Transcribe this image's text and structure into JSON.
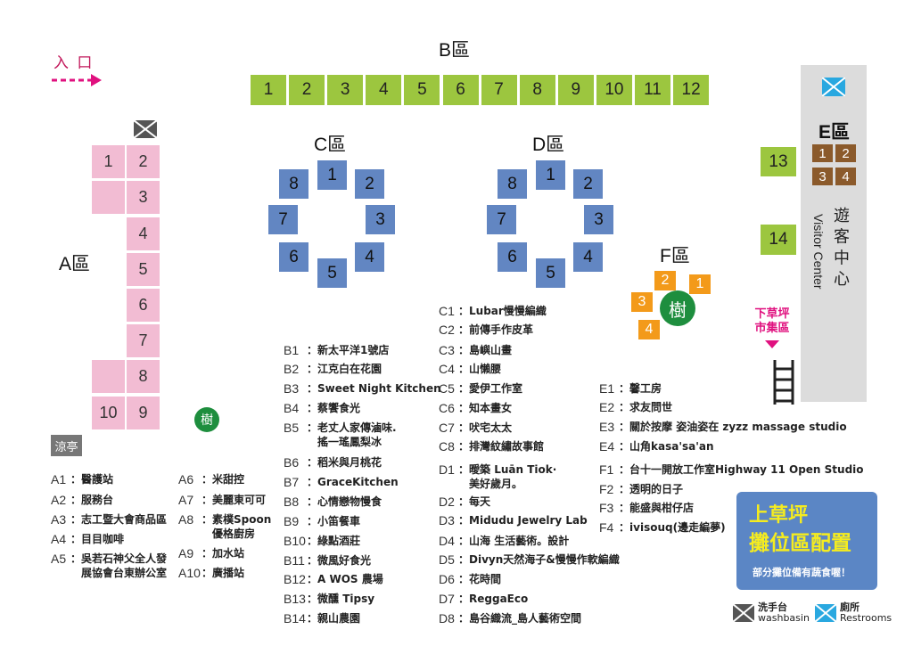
{
  "entrance": {
    "label": "入 口"
  },
  "zones": {
    "A": "A區",
    "B": "B區",
    "C": "C區",
    "D": "D區",
    "E": "E區",
    "F": "F區"
  },
  "stalls": {
    "A": [
      "1",
      "2",
      "",
      "3",
      "4",
      "5",
      "6",
      "7",
      "",
      "8",
      "10",
      "9"
    ],
    "B": [
      "1",
      "2",
      "3",
      "4",
      "5",
      "6",
      "7",
      "8",
      "9",
      "10",
      "11",
      "12",
      "13",
      "14"
    ],
    "C": [
      "1",
      "2",
      "3",
      "4",
      "5",
      "6",
      "7",
      "8"
    ],
    "D": [
      "1",
      "2",
      "3",
      "4",
      "5",
      "6",
      "7",
      "8"
    ],
    "E": [
      "1",
      "2",
      "3",
      "4"
    ],
    "F": [
      "1",
      "2",
      "3",
      "4"
    ]
  },
  "tree_label": "樹",
  "pavilion": "涼亭",
  "visitor_center": {
    "zh": "遊 客 中 心",
    "en": "Visitor Center"
  },
  "lower_market": "下草坪\n市集區",
  "title_box": {
    "line1": "上草坪",
    "line2": "攤位區配置",
    "note": "部分攤位備有蔬食喔！"
  },
  "icons_legend": {
    "washbasin_zh": "洗手台",
    "washbasin_en": "washbasin",
    "restroom_zh": "廁所",
    "restroom_en": "Restrooms"
  },
  "legend": {
    "A1": [
      {
        "code": "A1",
        "name": "醫護站"
      },
      {
        "code": "A2",
        "name": "服務台"
      },
      {
        "code": "A3",
        "name": "志工暨大會商品區"
      },
      {
        "code": "A4",
        "name": "目目咖啡"
      },
      {
        "code": "A5",
        "name": "吳若石神父全人發\n展協會台東辦公室"
      }
    ],
    "A2": [
      {
        "code": "A6",
        "name": "米甜控"
      },
      {
        "code": "A7",
        "name": "美麗東可可"
      },
      {
        "code": "A8",
        "name": "素樸Spoon\n優格廚房"
      },
      {
        "code": "A9",
        "name": "加水站"
      },
      {
        "code": "A10",
        "name": "廣播站"
      }
    ],
    "B": [
      {
        "code": "B1",
        "name": "新太平洋1號店"
      },
      {
        "code": "B2",
        "name": "江克白在花園"
      },
      {
        "code": "B3",
        "name": "Sweet Night Kitchen"
      },
      {
        "code": "B4",
        "name": "蔡饗食光"
      },
      {
        "code": "B5",
        "name": "老丈人家傳滷味.\n搖一瑤鳳梨冰"
      },
      {
        "code": "B6",
        "name": "稻米與月桃花"
      },
      {
        "code": "B7",
        "name": "GraceKitchen"
      },
      {
        "code": "B8",
        "name": "心情戀物慢食"
      },
      {
        "code": "B9",
        "name": "小笛餐車"
      },
      {
        "code": "B10",
        "name": "綠點酒莊"
      },
      {
        "code": "B11",
        "name": "微風好食光"
      },
      {
        "code": "B12",
        "name": "A WOS 農場"
      },
      {
        "code": "B13",
        "name": "微醺 Tipsy"
      },
      {
        "code": "B14",
        "name": "親山農園"
      }
    ],
    "CD": [
      {
        "code": "C1",
        "name": "Lubar慢慢編織"
      },
      {
        "code": "C2",
        "name": "前傳手作皮革"
      },
      {
        "code": "C3",
        "name": "島嶼山畫"
      },
      {
        "code": "C4",
        "name": "山懶腰"
      },
      {
        "code": "C5",
        "name": "愛伊工作室"
      },
      {
        "code": "C6",
        "name": "知本畫女"
      },
      {
        "code": "C7",
        "name": "吠宅太太"
      },
      {
        "code": "C8",
        "name": "排灣紋繡故事館"
      },
      {
        "code": "D1",
        "name": "曖築 Luān Tiok·\n美好歲月。"
      },
      {
        "code": "D2",
        "name": "每天"
      },
      {
        "code": "D3",
        "name": "Midudu Jewelry Lab"
      },
      {
        "code": "D4",
        "name": "山海 生活藝術。設計"
      },
      {
        "code": "D5",
        "name": "Divyn天然海子&慢慢作軟編織"
      },
      {
        "code": "D6",
        "name": "花時間"
      },
      {
        "code": "D7",
        "name": "ReggaEco"
      },
      {
        "code": "D8",
        "name": "島谷織流_島人藝術空間"
      }
    ],
    "EF": [
      {
        "code": "E1",
        "name": "馨工房"
      },
      {
        "code": "E2",
        "name": "求友問世"
      },
      {
        "code": "E3",
        "name": "關於按摩 姿油姿在 zyzz massage studio"
      },
      {
        "code": "E4",
        "name": "山角kasa'sa'an"
      },
      {
        "code": "F1",
        "name": "台十一開放工作室Highway 11 Open Studio"
      },
      {
        "code": "F2",
        "name": "透明的日子"
      },
      {
        "code": "F3",
        "name": "能盛與柑仔店"
      },
      {
        "code": "F4",
        "name": "ivisouq(邊走編夢)"
      }
    ]
  },
  "colors": {
    "a": "#f2bcd3",
    "b": "#9cc63f",
    "cd": "#6286c2",
    "e": "#8b5a2b",
    "f": "#f39a1a",
    "tree": "#1e8e3e",
    "accent": "#e0117f",
    "title_bg": "#5b86c5",
    "title_text": "#f5ec1f"
  }
}
